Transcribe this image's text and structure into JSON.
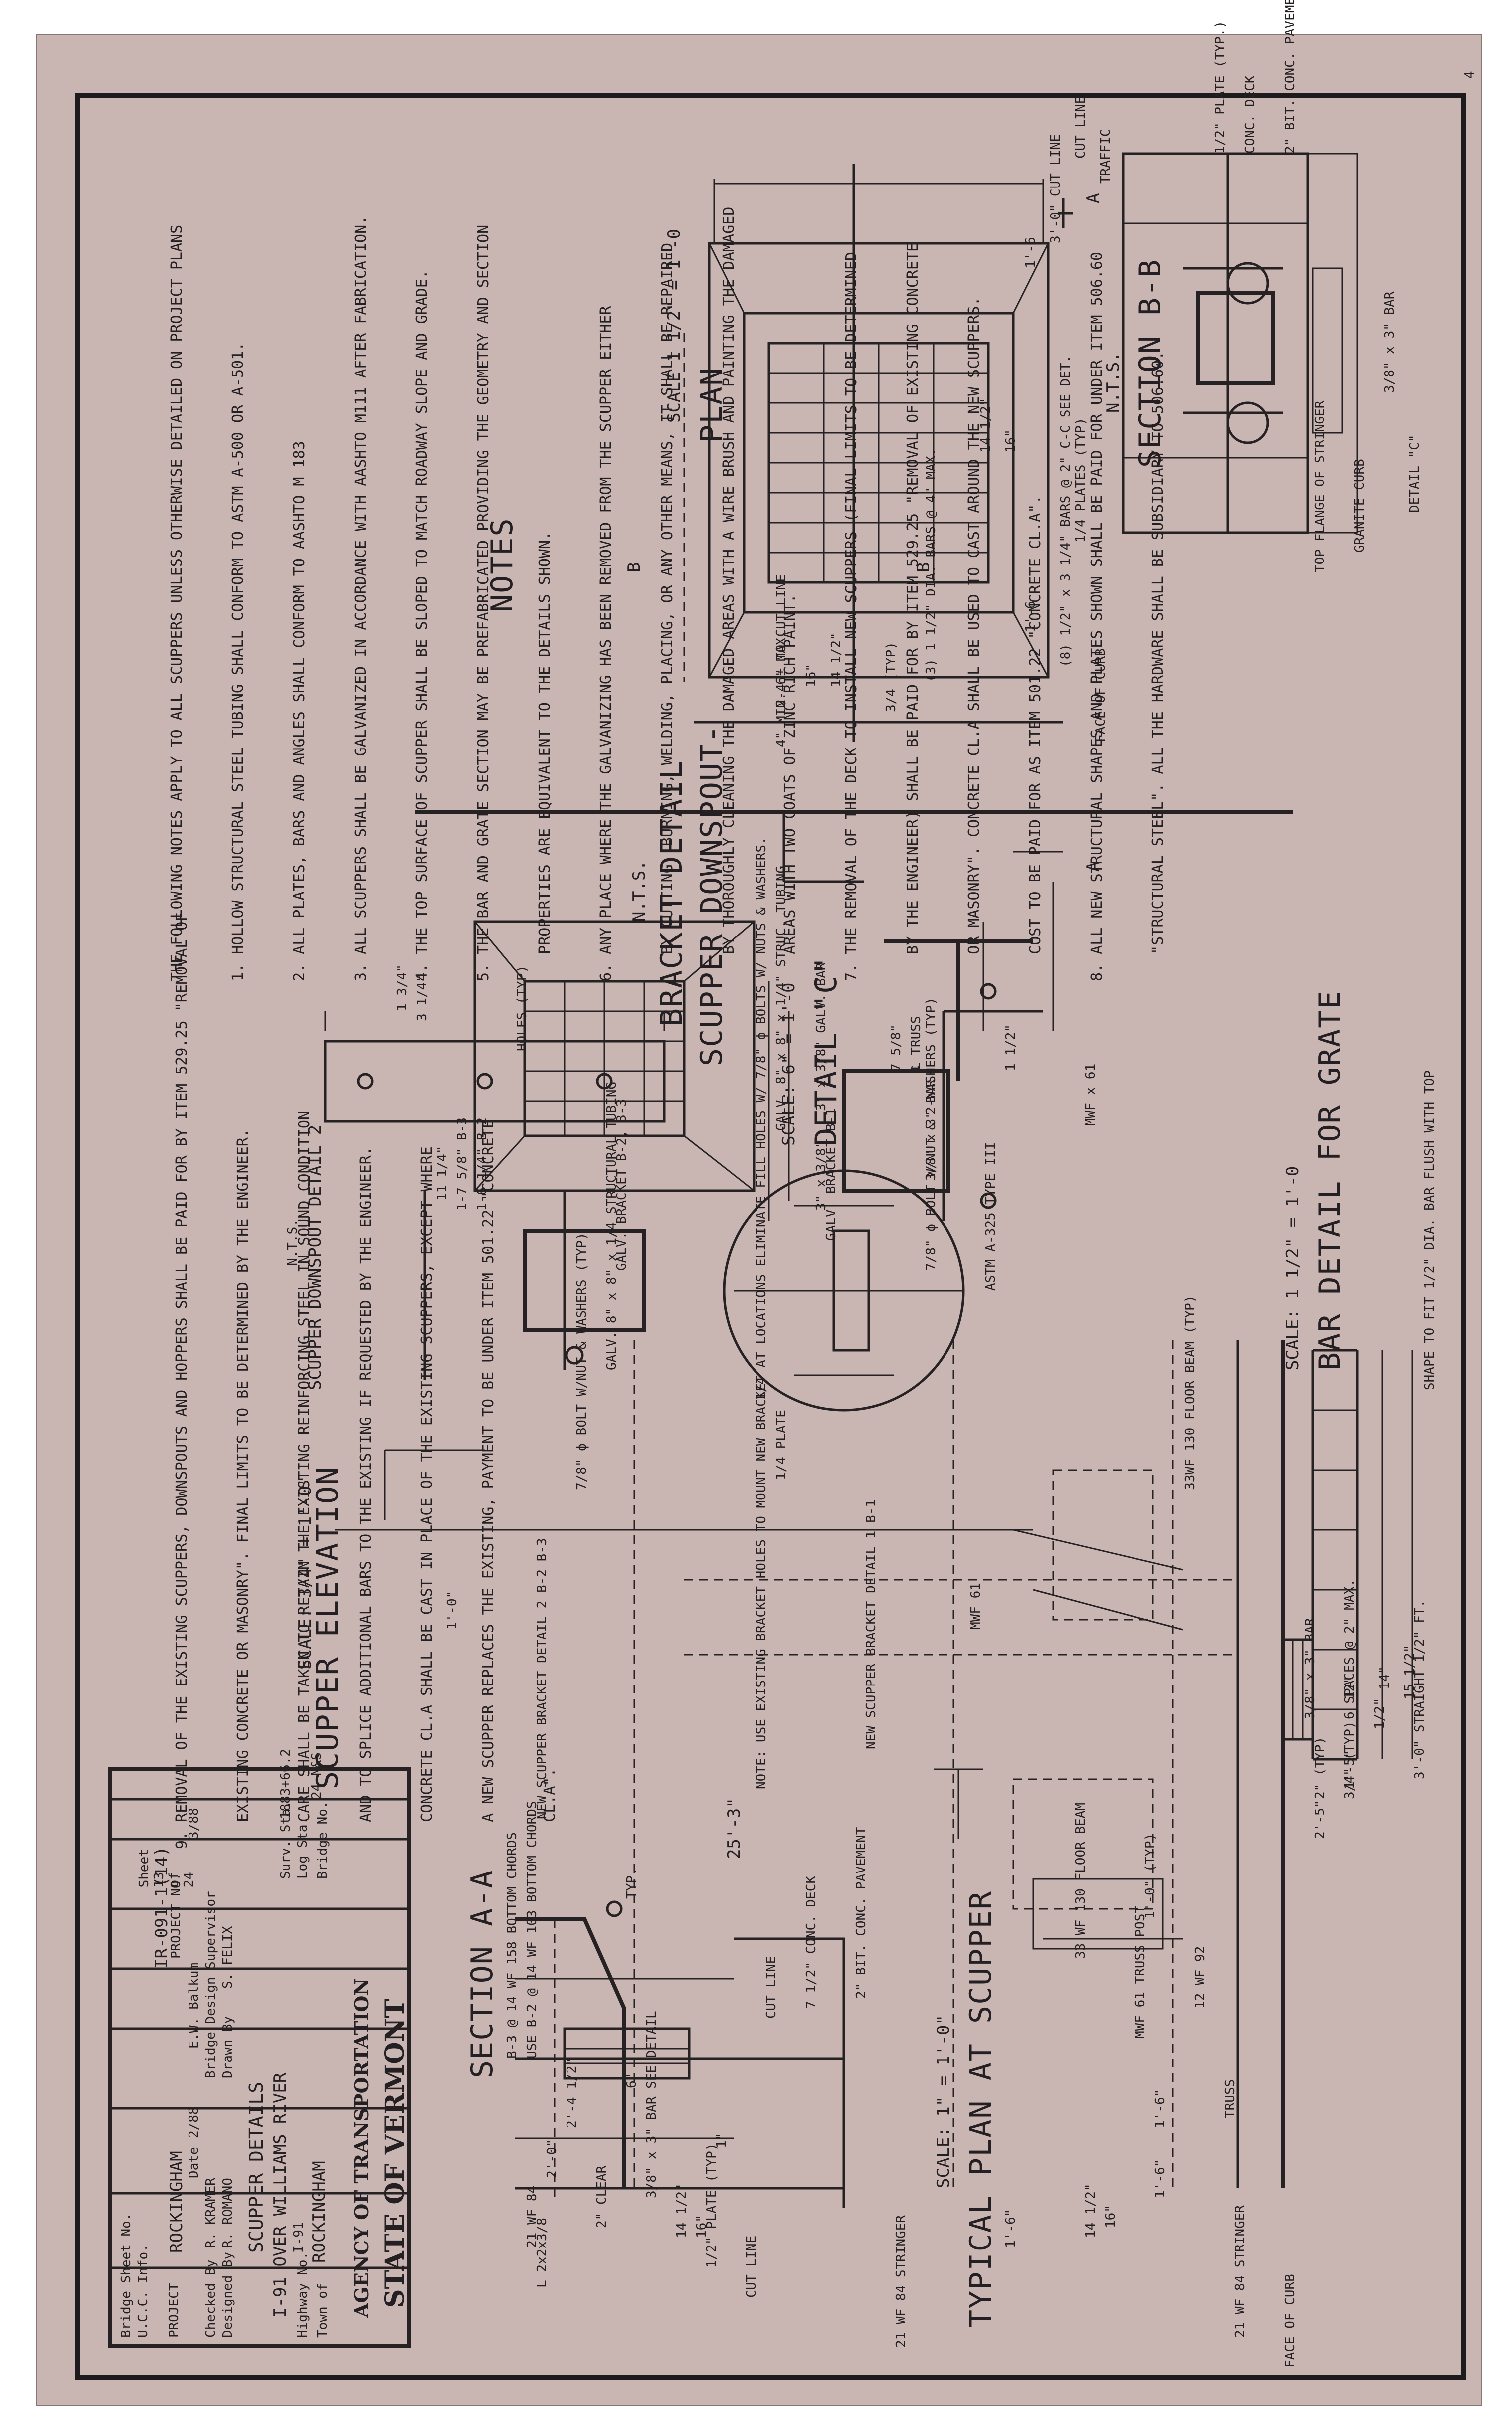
{
  "corner_mark": "4",
  "views": {
    "section_bb": {
      "title": "SECTION B-B",
      "scale": "N.T.S.",
      "labels": [
        "2\" BIT. CONC. PAVEMENT",
        "CONC. DECK",
        "1/2\" PLATE (TYP.)",
        "DETAIL \"C\"",
        "3/8\" x 3\" BAR",
        "GRANITE CURB",
        "TOP FLANGE OF STRINGER"
      ]
    },
    "plan": {
      "title": "PLAN",
      "scale": "SCALE 1 1/2\" = 1'-0",
      "labels": [
        "TRAFFIC",
        "CUT LINE",
        "3'-0\" CUT LINE",
        "1'-6",
        "1'-6",
        "16\"",
        "14 1/2\"",
        "1/4 PLATES (TYP)",
        "(8) 1/2\" x 3 1/4\" BARS @ 2\" C-C SEE DET.",
        "(3) 1 1/2\" DIA. BARS @ 4\" MAX.",
        "FACE OF CURB",
        "3/4 (TYP)",
        "4\" MIN. 6\" MAX.",
        "2-4 ± TO CUT LINE",
        "16\"",
        "14 1/2\"",
        "A",
        "A",
        "B",
        "B"
      ]
    },
    "detail_c": {
      "title": "DETAIL \"C\"",
      "scale": "SCALE: 6\" = 1'-0",
      "labels": [
        "3/8\" x 3\" BAR",
        "1/4 PLATE",
        "1/4"
      ]
    },
    "bar_detail": {
      "title": "BAR DETAIL FOR GRATE",
      "scale": "SCALE: 1 1/2\" = 1'-0",
      "labels": [
        "SHAPE TO FIT 1/2\" DIA. BAR FLUSH WITH TOP",
        "15 1/2\"",
        "14\"",
        "6 SPACES @ 2\" MAX.",
        "3/8\" x 3\" BAR",
        "3/4\" (TYP)",
        "2\" (TYP)"
      ]
    },
    "bracket": {
      "title": "SCUPPER DOWNSPOUT-",
      "title2": "BRACKET DETAIL",
      "scale": "N.T.S.",
      "labels": [
        "℄ TRUSS",
        "MWF x 61",
        "3\" x 3/8\" GALV. BAR",
        "GALV. 8\" x 8\" x 1/4\" STRUC. TUBING",
        "7/8\" ϕ BOLT W/NUT & 2-WASHERS (TYP)",
        "ASTM A-325 TYPE III",
        "GALV. BRACKET B-1",
        "7 5/8\"",
        "1 1/2\"",
        "3\" x 3/8\""
      ]
    },
    "downspout_2": {
      "title": "SCUPPER DOWNSPOUT DETAIL 2",
      "scale": "N.T.S.",
      "labels": [
        "GALV. 8\" x 8\" x 1/4 STRUCTURAL TUBING",
        "GALV. BRACKET B-2, B-3",
        "7/8\" ϕ BOLT W/NUT & WASHERS (TYP)",
        "HOLES (TYP)",
        "1-6 1/4\" B-2",
        "1-7 5/8\" B-3",
        "11 1/4\"",
        "3 1/4\"",
        "1 3/4\""
      ]
    },
    "elevation": {
      "title": "SCUPPER ELEVATION",
      "scale": "SCALE: 3/4\" = 1'-0\"",
      "labels": [
        "33WF 130 FLOOR BEAM (TYP)",
        "MWF 61",
        "3'-0\" STRAIGHT 1/2\" FT.",
        "12\"",
        "1/2\"",
        "1'-5\"",
        "2'-5\"",
        "25'-3\"",
        "1'-0\"",
        "NEW SCUPPER BRACKET DETAIL 1 B-1",
        "NOTE: USE EXISTING BRACKET HOLES TO MOUNT NEW BRACKET AT LOCATIONS ELIMINATE FILL HOLES W/ 7/8\" ϕ BOLTS W/ NUTS & WASHERS.",
        "NEW SCUPPER BRACKET DETAIL 2 B-2 B-3"
      ],
      "use_note": [
        "USE B-2 @ 14 WF 103 BOTTOM CHORDS",
        "B-3 @ 14 WF 158 BOTTOM CHORDS"
      ]
    },
    "section_aa": {
      "title": "SECTION A-A",
      "labels": [
        "2\" BIT. CONC. PAVEMENT",
        "7 1/2\" CONC. DECK",
        "CUT LINE",
        "TYP.",
        "3/8\" x 3\" BAR SEE DETAIL",
        "1/2\" PLATE (TYP)",
        "CUT LINE",
        "2\" CLEAR",
        "21 WF 84",
        "L 2x2x3/8",
        "16\"",
        "14 1/2\"",
        "1\"",
        "6\"",
        "2'-4 1/2\"",
        "2'-0\""
      ]
    },
    "typical_plan": {
      "title": "TYPICAL PLAN AT SCUPPER",
      "scale": "SCALE: 1\" = 1'-0\"",
      "labels": [
        "TRUSS",
        "MWF 61 TRUSS POST",
        "12 WF 92",
        "33 WF 130 FLOOR BEAM",
        "1'-0\" (TYP)",
        "1'-6\"",
        "1'-6\"",
        "16\"",
        "14 1/2\"",
        "21 WF 84 STRINGER",
        "21 WF 84 STRINGER",
        "FACE OF CURB",
        "1'-6\""
      ]
    }
  },
  "notes": {
    "title": "NOTES",
    "lines": [
      "THE FOLLOWING NOTES APPLY TO ALL SCUPPERS UNLESS OTHERWISE DETAILED ON PROJECT PLANS",
      "1. HOLLOW STRUCTURAL STEEL TUBING SHALL CONFORM TO ASTM A-500 OR A-501.",
      "2. ALL PLATES, BARS AND ANGLES SHALL CONFORM TO AASHTO M 183",
      "3. ALL SCUPPERS SHALL BE GALVANIZED IN ACCORDANCE WITH AASHTO M111 AFTER FABRICATION.",
      "4. THE TOP SURFACE OF SCUPPER SHALL BE SLOPED TO MATCH ROADWAY SLOPE AND GRADE.",
      "5. THE BAR AND GRATE SECTION MAY BE PREFABRICATED PROVIDING THE GEOMETRY AND SECTION",
      "   PROPERTIES ARE EQUIVALENT TO THE DETAILS SHOWN.",
      "6. ANY PLACE WHERE THE GALVANIZING HAS BEEN REMOVED FROM THE SCUPPER EITHER",
      "   BY CUTTING, BURNING, WELDING, PLACING, OR ANY OTHER MEANS, IT SHALL BE REPAIRED",
      "   BY THOROUGHLY CLEANING THE DAMAGED AREAS WITH A WIRE BRUSH AND PAINTING THE DAMAGED",
      "   AREAS WITH TWO COATS OF ZINC RICH PAINT.",
      "7. THE REMOVAL OF THE DECK TO INSTALL NEW SCUPPERS (FINAL LIMITS TO BE DETERMINED",
      "   BY THE ENGINEER) SHALL BE PAID FOR BY ITEM 529.25 \"REMOVAL OF EXISTING CONCRETE",
      "   OR MASONRY\". CONCRETE CL.A SHALL BE USED TO CAST AROUND THE NEW SCUPPERS.",
      "   COST TO BE PAID FOR AS ITEM 501.22 \"CONCRETE CL.A\".",
      "8. ALL NEW STRUCTURAL SHAPES AND PLATES SHOWN SHALL BE PAID FOR UNDER ITEM 506.60",
      "   \"STRUCTURAL STEEL\". ALL THE HARDWARE SHALL BE SUBSIDIARY TO 506.60."
    ],
    "lines_right": [
      "9. REMOVAL OF THE EXISTING SCUPPERS, DOWNSPOUTS AND HOPPERS SHALL BE PAID FOR BY ITEM 529.25 \"REMOVAL OF",
      "   EXISTING CONCRETE OR MASONRY\". FINAL LIMITS TO BE DETERMINED BY THE ENGINEER.",
      "   CARE SHALL BE TAKEN TO RETAIN THE EXISTING REINFORCING STEEL IN SOUND CONDITION",
      "   AND TO SPLICE ADDITIONAL BARS TO THE EXISTING IF REQUESTED BY THE ENGINEER.",
      "   CONCRETE CL.A SHALL BE CAST IN PLACE OF THE EXISTING SCUPPERS, EXCEPT WHERE",
      "   A NEW SCUPPER REPLACES THE EXISTING, PAYMENT TO BE UNDER ITEM 501.22 \"CONCRETE",
      "   CL.A\"."
    ]
  },
  "title_block": {
    "agency_line1": "STATE OF VERMONT",
    "agency_line2": "AGENCY OF TRANSPORTATION",
    "town_label": "Town of",
    "town": "ROCKINGHAM",
    "bridge_no_label": "Bridge No.",
    "bridge_no": "24 N&S",
    "highway_label": "Highway No.",
    "highway": "I-91",
    "log_sta_label": "Log Sta.",
    "surv_sta_label": "Surv. Sta.",
    "surv_sta": "1883+66.2",
    "route_desc": "I-91 OVER WILLIAMS RIVER",
    "drawing_title": "SCUPPER DETAILS",
    "designed_label": "Designed By",
    "designed": "R. ROMANO",
    "drawn_label": "Drawn By",
    "drawn": "S. FELIX",
    "checked_label": "Checked By",
    "checked": "R. KRAMER",
    "date_label": "Date",
    "date": "2/88",
    "supervisor_label": "Bridge Design Supervisor",
    "supervisor": "E.W. Balkum",
    "supervisor_date": "3/88",
    "project_label": "PROJECT",
    "project": "ROCKINGHAM",
    "project_no_label": "PROJECT NO.",
    "project_no": "IR-091-1(14)",
    "ucc_label": "U.C.C. Info.",
    "sheet_label": "Sheet",
    "sheet": "13",
    "of_label": "of",
    "sheet_total": "24",
    "bridge_sheet_label": "Bridge Sheet No."
  }
}
